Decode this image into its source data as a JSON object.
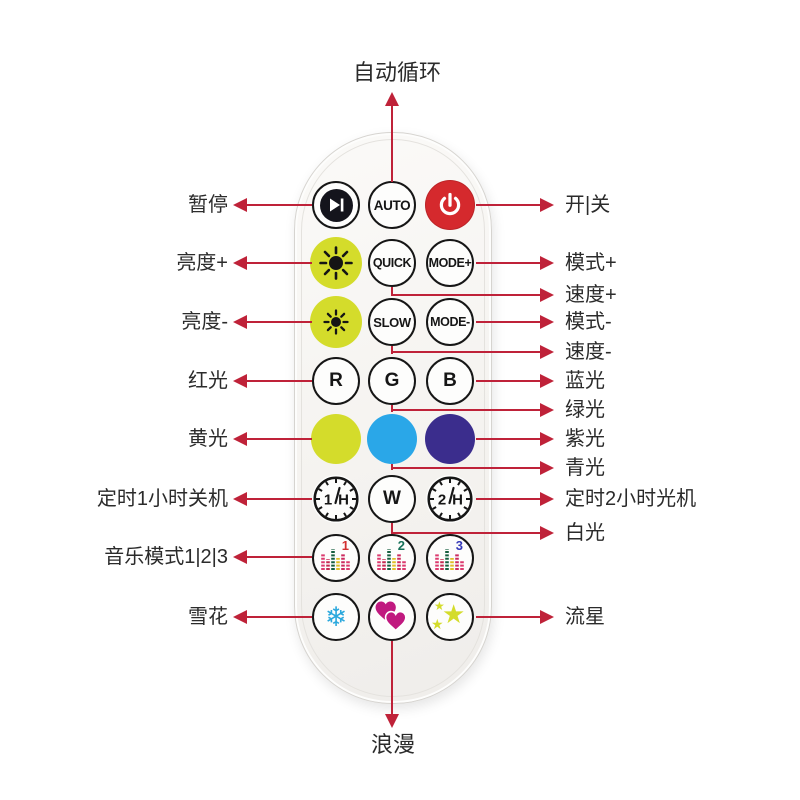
{
  "colors": {
    "arrow": "#bf2239",
    "power_red": "#d5292d",
    "yellow_green": "#d4dc2b",
    "sky_blue": "#2aa7e8",
    "deep_purple": "#3b2d8d",
    "snow_blue": "#2aa8dd",
    "heart_magenta": "#c0197f",
    "music1_num": "#d23030",
    "music2_num": "#18725a",
    "music3_num": "#3438b8"
  },
  "annotations": {
    "top": "自动循环",
    "bottom": "浪漫",
    "left": [
      "暂停",
      "亮度+",
      "亮度-",
      "红光",
      "黄光",
      "定时1小时关机",
      "音乐模式1|2|3",
      "雪花"
    ],
    "right": [
      "开|关",
      "模式+",
      "速度+",
      "模式-",
      "速度-",
      "蓝光",
      "绿光",
      "紫光",
      "青光",
      "定时2小时光机",
      "白光",
      "流星"
    ]
  },
  "remote": {
    "buttons": {
      "auto": "AUTO",
      "quick": "QUICK",
      "slow": "SLOW",
      "mode_plus": "MODE+",
      "mode_minus": "MODE-",
      "red": "R",
      "green": "G",
      "blue": "B",
      "white": "W",
      "timer1_num": "1",
      "timer1_unit": "H",
      "timer2_num": "2",
      "timer2_unit": "H",
      "music1": "1",
      "music2": "2",
      "music3": "3"
    }
  }
}
